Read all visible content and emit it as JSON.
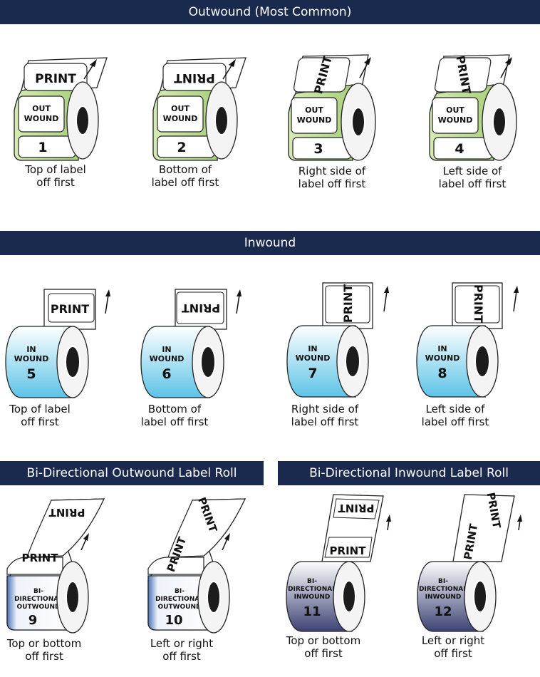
{
  "banners": {
    "outwound": "Outwound (Most Common)",
    "inwound": "Inwound",
    "bidir_out": "Bi-Directional Outwound Label Roll",
    "bidir_in": "Bi-Directional Inwound Label Roll"
  },
  "label_text": "PRINT",
  "outwound_rolls": [
    {
      "line1": "OUT",
      "line2": "WOUND",
      "number": "1",
      "caption1": "Top of label",
      "caption2": "off first"
    },
    {
      "line1": "OUT",
      "line2": "WOUND",
      "number": "2",
      "caption1": "Bottom of",
      "caption2": "label off first"
    },
    {
      "line1": "OUT",
      "line2": "WOUND",
      "number": "3",
      "caption1": "Right side of",
      "caption2": "label off first"
    },
    {
      "line1": "OUT",
      "line2": "WOUND",
      "number": "4",
      "caption1": "Left side of",
      "caption2": "label off first"
    }
  ],
  "inwound_rolls": [
    {
      "line1": "IN",
      "line2": "WOUND",
      "number": "5",
      "caption1": "Top of label",
      "caption2": "off first"
    },
    {
      "line1": "IN",
      "line2": "WOUND",
      "number": "6",
      "caption1": "Bottom of",
      "caption2": "label off first"
    },
    {
      "line1": "IN",
      "line2": "WOUND",
      "number": "7",
      "caption1": "Right side of",
      "caption2": "label off first"
    },
    {
      "line1": "IN",
      "line2": "WOUND",
      "number": "8",
      "caption1": "Left side of",
      "caption2": "label off first"
    }
  ],
  "bidir_out_rolls": [
    {
      "line1": "BI-",
      "line2": "DIRECTIONAL",
      "line3": "OUTWOUND",
      "number": "9",
      "caption1": "Top or bottom",
      "caption2": "off first"
    },
    {
      "line1": "BI-",
      "line2": "DIRECTIONAL",
      "line3": "OUTWOUND",
      "number": "10",
      "caption1": "Left or right",
      "caption2": "off first"
    }
  ],
  "bidir_in_rolls": [
    {
      "line1": "BI-",
      "line2": "DIRECTIONAL",
      "line3": "INWOUND",
      "number": "11",
      "caption1": "Top or bottom",
      "caption2": "off first"
    },
    {
      "line1": "BI-",
      "line2": "DIRECTIONAL",
      "line3": "INWOUND",
      "number": "12",
      "caption1": "Left or right",
      "caption2": "off first"
    }
  ],
  "colors": {
    "banner": "#1a2a4e",
    "outwound_tint": "#c9e3a4",
    "inwound_tint": "#5cc3e6",
    "bidir_out_edge": "#4a73b8",
    "bidir_in_shade": "#3c4274"
  }
}
